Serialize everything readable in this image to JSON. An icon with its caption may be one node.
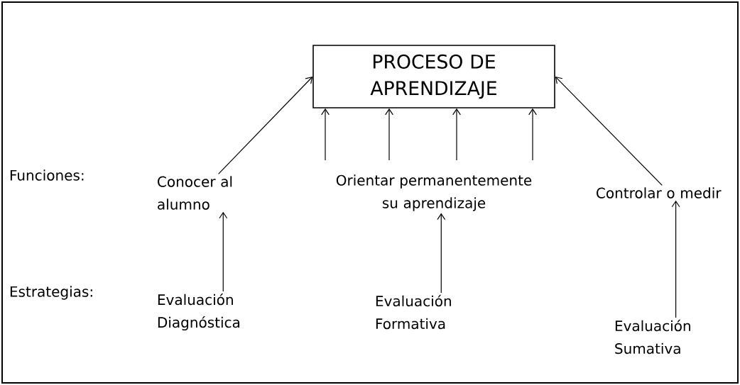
{
  "diagram": {
    "nodes": [
      {
        "text": [
          "PROCESO DE APRENDIZAJE"
        ]
      },
      {
        "text": [
          "Conocer al alumno"
        ]
      },
      {
        "text": [
          "Orientar permanentemente su aprendizaje"
        ]
      },
      {
        "text": [
          "Controlar o medir"
        ]
      },
      {
        "text": [
          "Evaluación Diagnóstica"
        ]
      },
      {
        "text": [
          "Evaluación Formativa"
        ]
      },
      {
        "text": [
          "Evaluación Sumativa"
        ]
      }
    ],
    "edges": [
      {
        "from": 1,
        "to": 0,
        "arrow": "to"
      },
      {
        "from": 2,
        "to": 0,
        "arrow": "to"
      },
      {
        "from": 2,
        "to": 0,
        "arrow": "to"
      },
      {
        "from": 2,
        "to": 0,
        "arrow": "to"
      },
      {
        "from": 2,
        "to": 0,
        "arrow": "to"
      },
      {
        "from": 3,
        "to": 0,
        "arrow": "to"
      },
      {
        "from": 4,
        "to": 1,
        "arrow": "to"
      },
      {
        "from": 5,
        "to": 2,
        "arrow": "to"
      },
      {
        "from": 6,
        "to": 3,
        "arrow": "to"
      }
    ],
    "labels": [
      "Funciones:",
      "Estrategias:"
    ]
  }
}
